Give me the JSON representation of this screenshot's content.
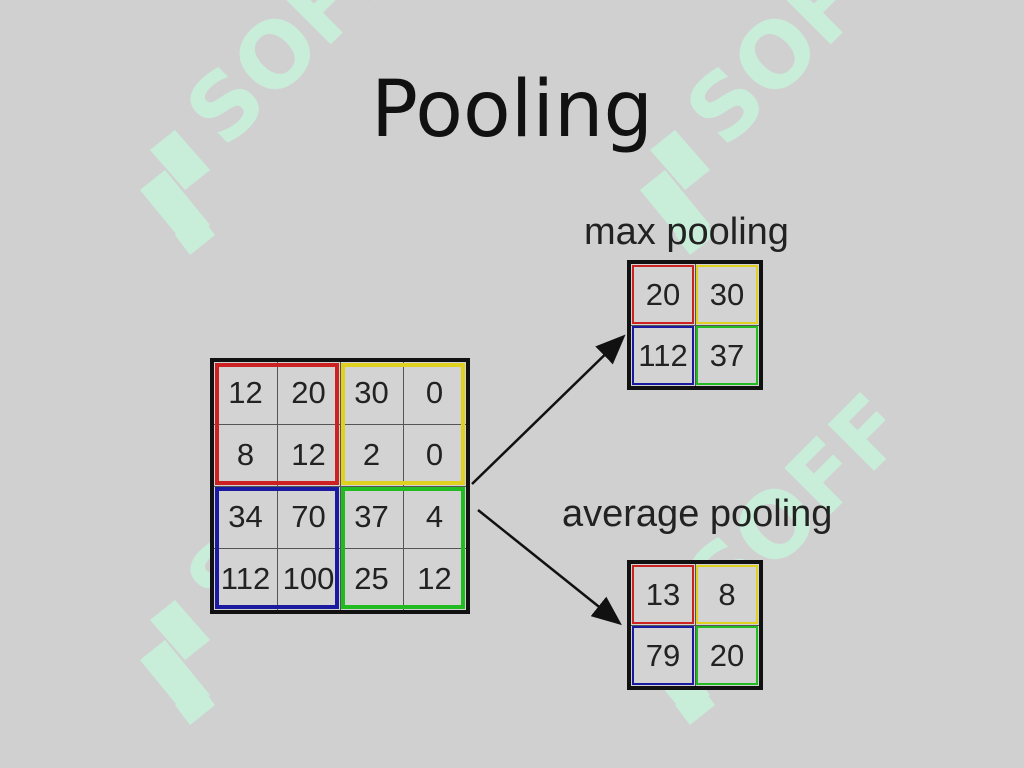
{
  "title": "Pooling",
  "max_label": "max pooling",
  "avg_label": "average pooling",
  "watermark_text": "SOFF",
  "colors": {
    "background": "#d0d0d0",
    "red": "#cc2222",
    "yellow": "#e0d020",
    "blue": "#1a1aa0",
    "green": "#22bb22",
    "watermark": "#c8f2dc"
  },
  "input_grid": [
    [
      "12",
      "20",
      "30",
      "0"
    ],
    [
      "8",
      "12",
      "2",
      "0"
    ],
    [
      "34",
      "70",
      "37",
      "4"
    ],
    [
      "112",
      "100",
      "25",
      "12"
    ]
  ],
  "max_grid": [
    [
      "20",
      "30"
    ],
    [
      "112",
      "37"
    ]
  ],
  "avg_grid": [
    [
      "13",
      "8"
    ],
    [
      "79",
      "20"
    ]
  ]
}
